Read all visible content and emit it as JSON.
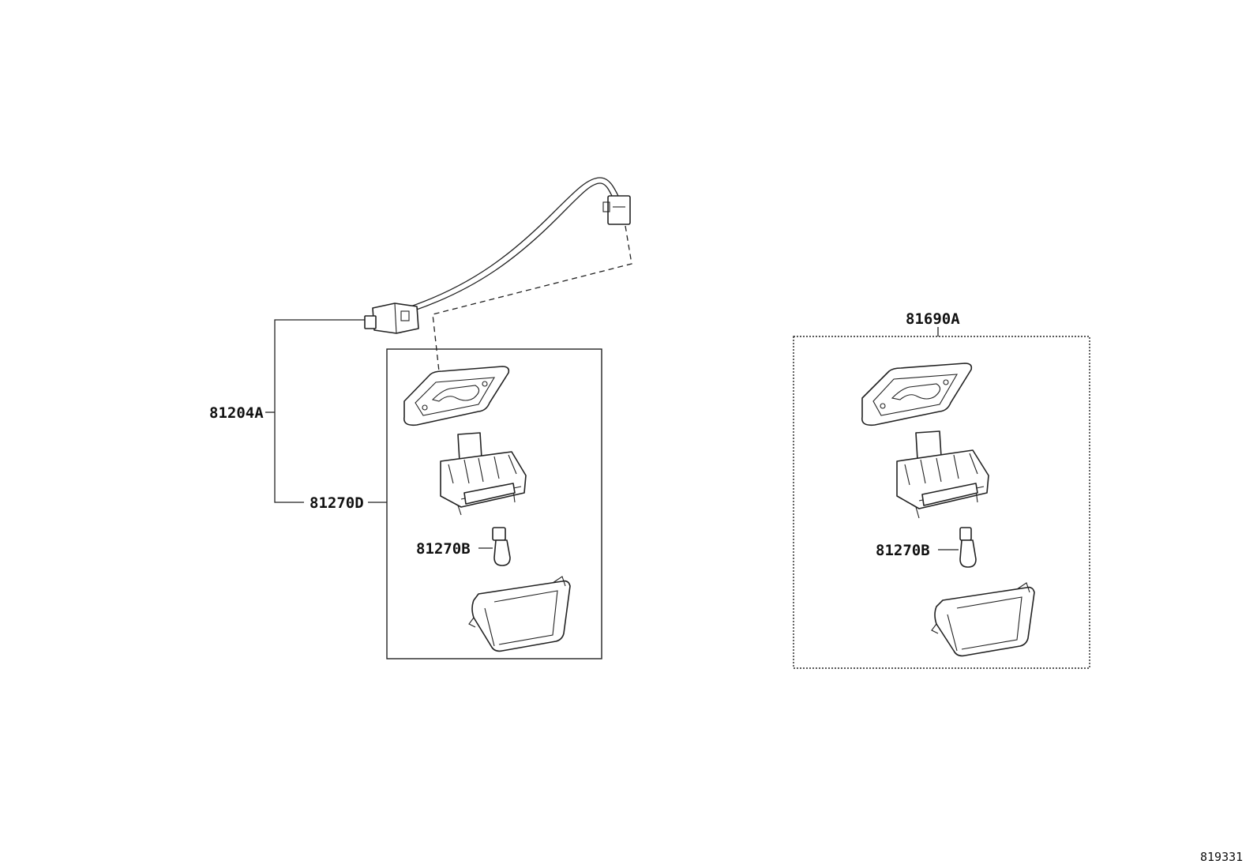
{
  "labels": {
    "harness": "81204A",
    "lamp_assy_left": "81270D",
    "bulb_left": "81270B",
    "lamp_assy_right": "81690A",
    "bulb_right": "81270B"
  },
  "figure_number": "819331",
  "icons": [
    "wire-harness-icon",
    "lens-gasket-icon",
    "lamp-housing-icon",
    "bulb-icon",
    "lens-cover-icon"
  ]
}
